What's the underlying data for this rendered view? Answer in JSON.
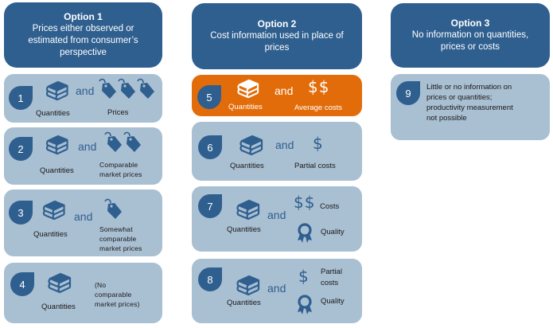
{
  "colors": {
    "header_bg": "#2f5f8f",
    "box_bg": "#a9bfd2",
    "highlight_bg": "#e36c0a",
    "icon": "#2f5f8f",
    "background": "#ffffff"
  },
  "columns": [
    {
      "title": "Option 1",
      "lines": [
        "Prices either observed or",
        "estimated from consumer’s",
        "perspective"
      ],
      "items": [
        {
          "number": "1",
          "left_icon": "books-icon",
          "left_label": "Quantities",
          "joiner": "and",
          "right_icon": "price-tags-icon",
          "right_icon_count": 3,
          "right_label": "Prices"
        },
        {
          "number": "2",
          "left_icon": "books-icon",
          "left_label": "Quantities",
          "joiner": "and",
          "right_icon": "price-tags-icon",
          "right_icon_count": 2,
          "right_label_lines": [
            "Comparable",
            "market prices"
          ]
        },
        {
          "number": "3",
          "left_icon": "books-icon",
          "left_label": "Quantities",
          "joiner": "and",
          "right_icon": "price-tag-icon",
          "right_icon_count": 1,
          "right_label_lines": [
            "Somewhat",
            "comparable",
            "market prices"
          ]
        },
        {
          "number": "4",
          "left_icon": "books-icon",
          "left_label": "Quantities",
          "right_label_lines": [
            "(No",
            "comparable",
            "market prices)"
          ]
        }
      ]
    },
    {
      "title": "Option 2",
      "lines": [
        "Cost information used in place of",
        "prices"
      ],
      "items": [
        {
          "number": "5",
          "highlighted": true,
          "left_icon": "books-icon",
          "left_label": "Quantities",
          "joiner": "and",
          "right_symbol": "$$",
          "right_label": "Average costs"
        },
        {
          "number": "6",
          "left_icon": "books-icon",
          "left_label": "Quantities",
          "joiner": "and",
          "right_symbol": "$",
          "right_label": "Partial costs"
        },
        {
          "number": "7",
          "left_icon": "books-icon",
          "left_label": "Quantities",
          "joiner": "and",
          "right_symbol": "$$",
          "right_label": "Costs",
          "quality_icon": "ribbon-award-icon",
          "quality_label": "Quality"
        },
        {
          "number": "8",
          "left_icon": "books-icon",
          "left_label": "Quantities",
          "joiner": "and",
          "right_symbol": "$",
          "right_label_lines": [
            "Partial",
            "costs"
          ],
          "quality_icon": "ribbon-award-icon",
          "quality_label": "Quality"
        }
      ]
    },
    {
      "title": "Option 3",
      "lines": [
        "No information on quantities,",
        "prices or costs"
      ],
      "items": [
        {
          "number": "9",
          "description_lines": [
            "Little or no information on",
            "prices or quantities;",
            "productivity measurement",
            "not possible"
          ]
        }
      ]
    }
  ]
}
